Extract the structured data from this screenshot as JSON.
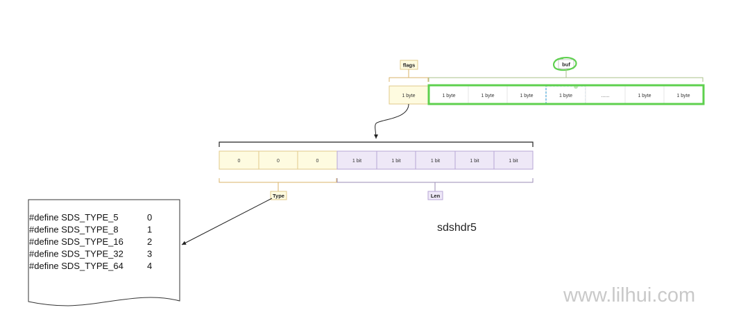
{
  "flags_row": {
    "flags_label": "flags",
    "buf_label": "buf",
    "flags_cell": "1 byte",
    "buf_cells": [
      "1 byte",
      "1 byte",
      "1 byte",
      "1 byte",
      "......",
      "1 byte",
      "1 byte"
    ]
  },
  "bits_row": {
    "cells": [
      "0",
      "0",
      "0",
      "1 bit",
      "1 bit",
      "1 bit",
      "1 bit",
      "1 bit"
    ],
    "type_label": "Type",
    "len_label": "Len"
  },
  "defines": [
    {
      "name": "#define SDS_TYPE_5",
      "value": "0"
    },
    {
      "name": "#define SDS_TYPE_8",
      "value": "1"
    },
    {
      "name": "#define SDS_TYPE_16",
      "value": "2"
    },
    {
      "name": "#define SDS_TYPE_32",
      "value": "3"
    },
    {
      "name": "#define SDS_TYPE_64",
      "value": "4"
    }
  ],
  "caption": "sdshdr5",
  "watermark": "www.lilhui.com",
  "colors": {
    "type_fill": "#fefbe0",
    "type_stroke": "#e0c98a",
    "len_fill": "#eee8f7",
    "len_stroke": "#b7a6d6",
    "buf_highlight": "#5ed04e",
    "selection": "#4aa8d8"
  }
}
